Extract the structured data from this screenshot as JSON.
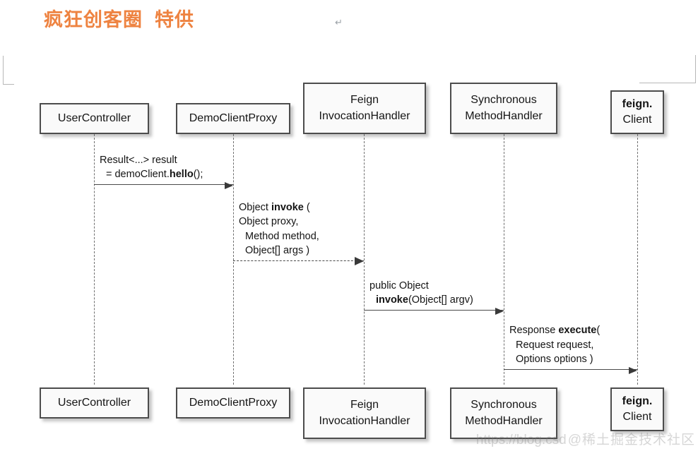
{
  "document": {
    "title": "疯狂创客圈  特供",
    "pilcrow": "↵",
    "title_color": "#ee8341"
  },
  "diagram": {
    "type": "uml-sequence-diagram",
    "participants": [
      {
        "id": "user-controller",
        "lines": [
          "UserController"
        ],
        "bold_lines": []
      },
      {
        "id": "demo-client-proxy",
        "lines": [
          "DemoClientProxy"
        ],
        "bold_lines": []
      },
      {
        "id": "feign-invocation-handler",
        "lines": [
          "Feign",
          "InvocationHandler"
        ],
        "bold_lines": []
      },
      {
        "id": "synchronous-method-handler",
        "lines": [
          "Synchronous",
          "MethodHandler"
        ],
        "bold_lines": []
      },
      {
        "id": "feign-client",
        "lines": [
          "feign.",
          "Client"
        ],
        "bold_lines": [
          0
        ]
      }
    ],
    "messages": [
      {
        "id": "msg-hello",
        "from": "user-controller",
        "to": "demo-client-proxy",
        "style": "solid",
        "lines": [
          {
            "text": "Result<...> result",
            "bold": "",
            "indent": false
          },
          {
            "text": "= demoClient.",
            "bold": "hello",
            "after": "();",
            "indent": true
          }
        ]
      },
      {
        "id": "msg-invoke-proxy",
        "from": "demo-client-proxy",
        "to": "feign-invocation-handler",
        "style": "dashed",
        "lines": [
          {
            "text": "Object ",
            "bold": "invoke",
            "after": " (",
            "indent": false
          },
          {
            "text": "Object proxy,",
            "bold": "",
            "indent": false
          },
          {
            "text": "Method method,",
            "bold": "",
            "indent": true
          },
          {
            "text": "Object[] args   )",
            "bold": "",
            "indent": true
          }
        ]
      },
      {
        "id": "msg-invoke-argv",
        "from": "feign-invocation-handler",
        "to": "synchronous-method-handler",
        "style": "solid",
        "lines": [
          {
            "text": "public Object",
            "bold": "",
            "indent": false
          },
          {
            "text": "",
            "bold": "invoke",
            "after": "(Object[] argv)",
            "indent": true
          }
        ]
      },
      {
        "id": "msg-execute",
        "from": "synchronous-method-handler",
        "to": "feign-client",
        "style": "solid",
        "lines": [
          {
            "text": "Response ",
            "bold": "execute",
            "after": "(",
            "indent": false
          },
          {
            "text": "Request request,",
            "bold": "",
            "indent": true
          },
          {
            "text": "Options options )",
            "bold": "",
            "indent": true
          }
        ]
      }
    ]
  },
  "watermark": {
    "url": "https://blog.csd",
    "account": "@稀土掘金技术社区"
  }
}
